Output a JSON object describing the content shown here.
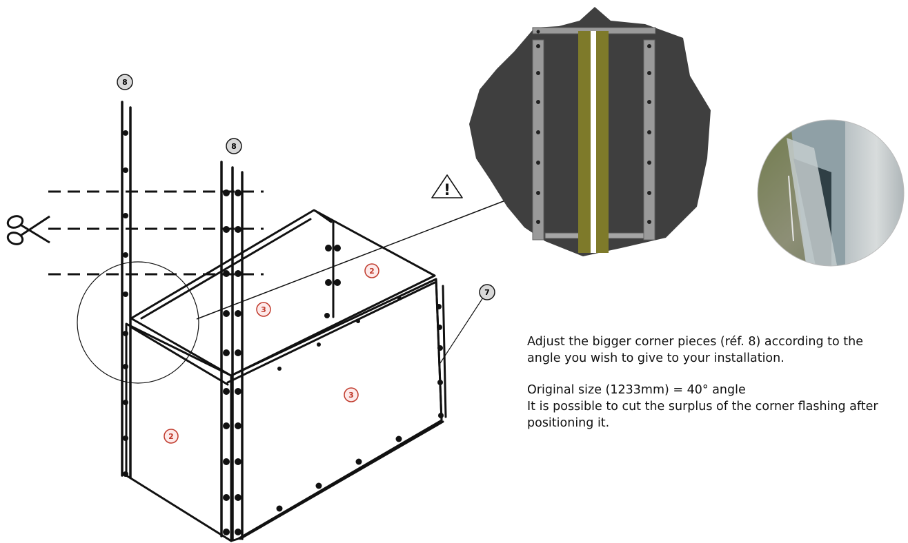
{
  "labels": {
    "ref_8_left": "8",
    "ref_8_right": "8",
    "ref_7": "7",
    "part_2_top": "2",
    "part_2_side": "2",
    "part_3_roof": "3",
    "part_3_front": "3",
    "warning_symbol": "!"
  },
  "instructions": {
    "paragraph1": "Adjust the bigger corner pieces (réf. 8) according to the angle you wish to give to your installation.",
    "paragraph2_line1": "Original size (1233mm) = 40° angle",
    "paragraph2_line2": "It is possible to cut the surplus of the corner flashing after positioning it."
  },
  "icons": [
    "scissors-icon",
    "warning-triangle-icon"
  ],
  "colors": {
    "line": "#111111",
    "detail_background": "#3f3f3f",
    "rail": "#9a9a9a",
    "olive_stripe": "#7e7a2a",
    "part_label": "#c0392b"
  }
}
